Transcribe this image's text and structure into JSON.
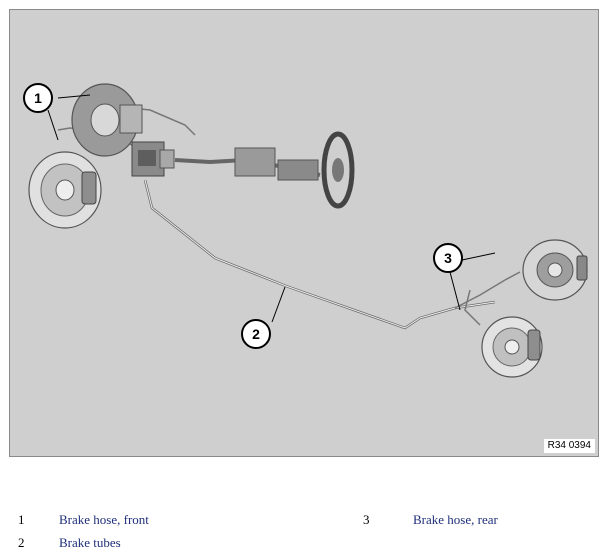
{
  "figure": {
    "id_label": "R34 0394",
    "callouts": [
      "1",
      "2",
      "3"
    ]
  },
  "legend": [
    {
      "number": "1",
      "text": "Brake hose, front"
    },
    {
      "number": "2",
      "text": "Brake tubes"
    },
    {
      "number": "3",
      "text": "Brake hose, rear"
    }
  ],
  "colors": {
    "figure_background": "#cfcfcf",
    "legend_text": "#1f2f7a"
  }
}
